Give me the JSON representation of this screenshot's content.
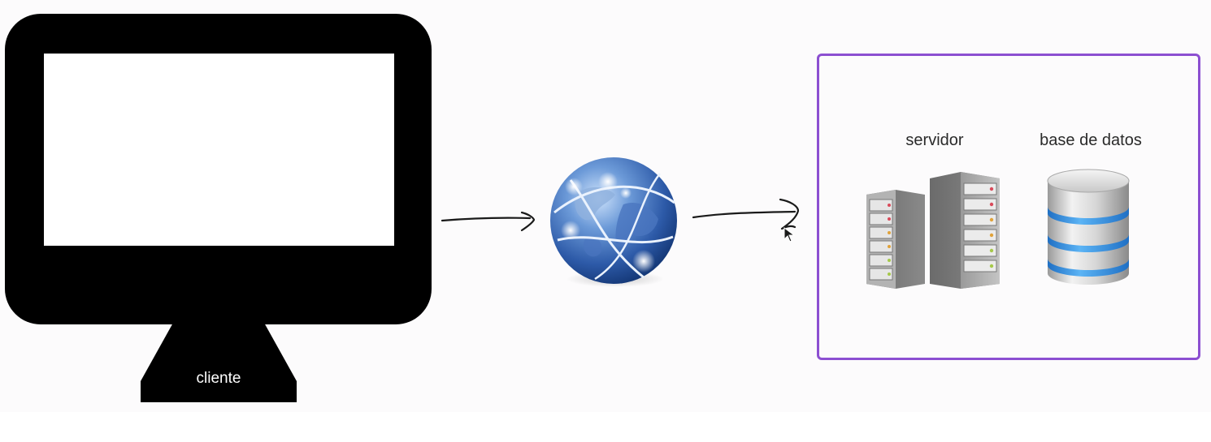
{
  "diagram": {
    "client_label": "cliente",
    "server_label": "servidor",
    "database_label": "base de datos",
    "colors": {
      "monitor": "#000000",
      "box_border": "#8c4fd1",
      "globe_blue": "#3d6fb8",
      "db_band": "#3b97e6"
    },
    "icons": {
      "client": "monitor-icon",
      "network": "globe-icon",
      "server": "server-rack-icon",
      "database": "database-icon",
      "pointer": "cursor-icon"
    }
  }
}
